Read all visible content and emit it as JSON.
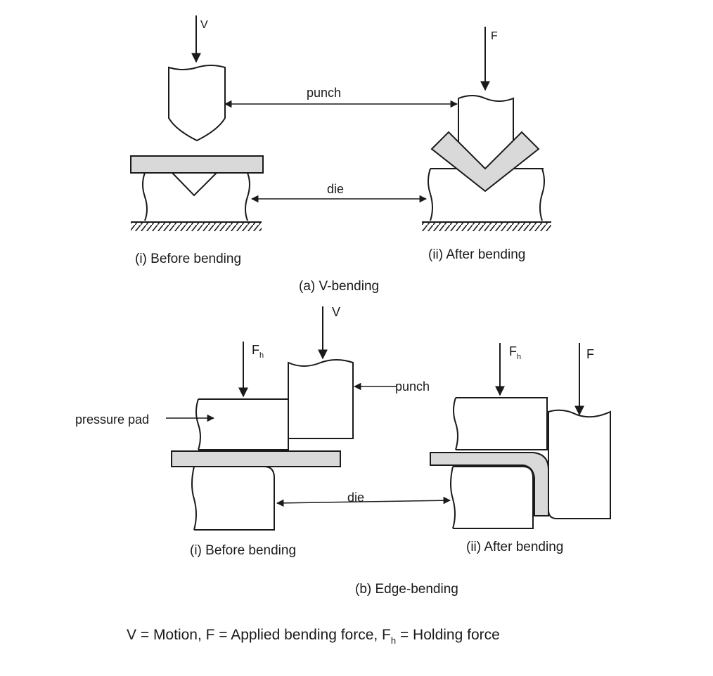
{
  "v_bending": {
    "motion_label": "V",
    "force_label": "F",
    "punch_label": "punch",
    "die_label": "die",
    "before_caption": "(i) Before bending",
    "after_caption": "(ii) After bending",
    "title": "(a) V-bending"
  },
  "edge_bending": {
    "motion_label": "V",
    "holding_label": "F",
    "holding_sub": "h",
    "holding_label_2": "F",
    "holding_sub_2": "h",
    "force_label": "F",
    "punch_label": "punch",
    "pad_label": "pressure pad",
    "die_label": "die",
    "before_caption": "(i) Before bending",
    "after_caption": "(ii) After bending",
    "title": "(b) Edge-bending"
  },
  "legend": {
    "part1": "V = Motion,  F = Applied bending force, F",
    "sub": "h",
    "part2": " = Holding force"
  },
  "colors": {
    "ink": "#1a1a1a",
    "sheet": "#d9d9d9",
    "background": "#ffffff"
  }
}
